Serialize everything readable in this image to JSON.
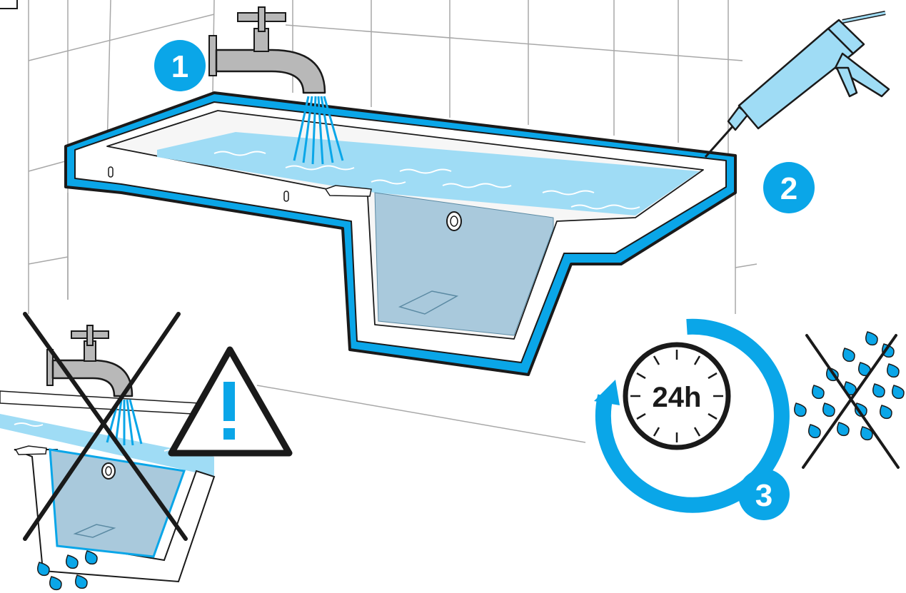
{
  "steps": [
    {
      "number": "1",
      "meaning": "fill-bathtub-with-water"
    },
    {
      "number": "2",
      "meaning": "apply-silicone-sealant"
    },
    {
      "number": "3",
      "meaning": "let-cure"
    }
  ],
  "timer": {
    "label": "24h"
  },
  "icons": {
    "faucet": "faucet-icon",
    "caulking_gun": "caulking-gun-icon",
    "warning": "warning-triangle-icon",
    "timer": "clock-24h-icon",
    "water_drops": "water-drops-icon",
    "prohibited": "cross-out-icon"
  },
  "colors": {
    "accent_blue": "#0aa6e8",
    "seal_dark": "#1a1a1a",
    "water_light": "#9fdcf5",
    "water_deep": "#a9c9dc",
    "tile_lines": "#a8a8a8",
    "faucet_grey": "#b8b8b8"
  }
}
